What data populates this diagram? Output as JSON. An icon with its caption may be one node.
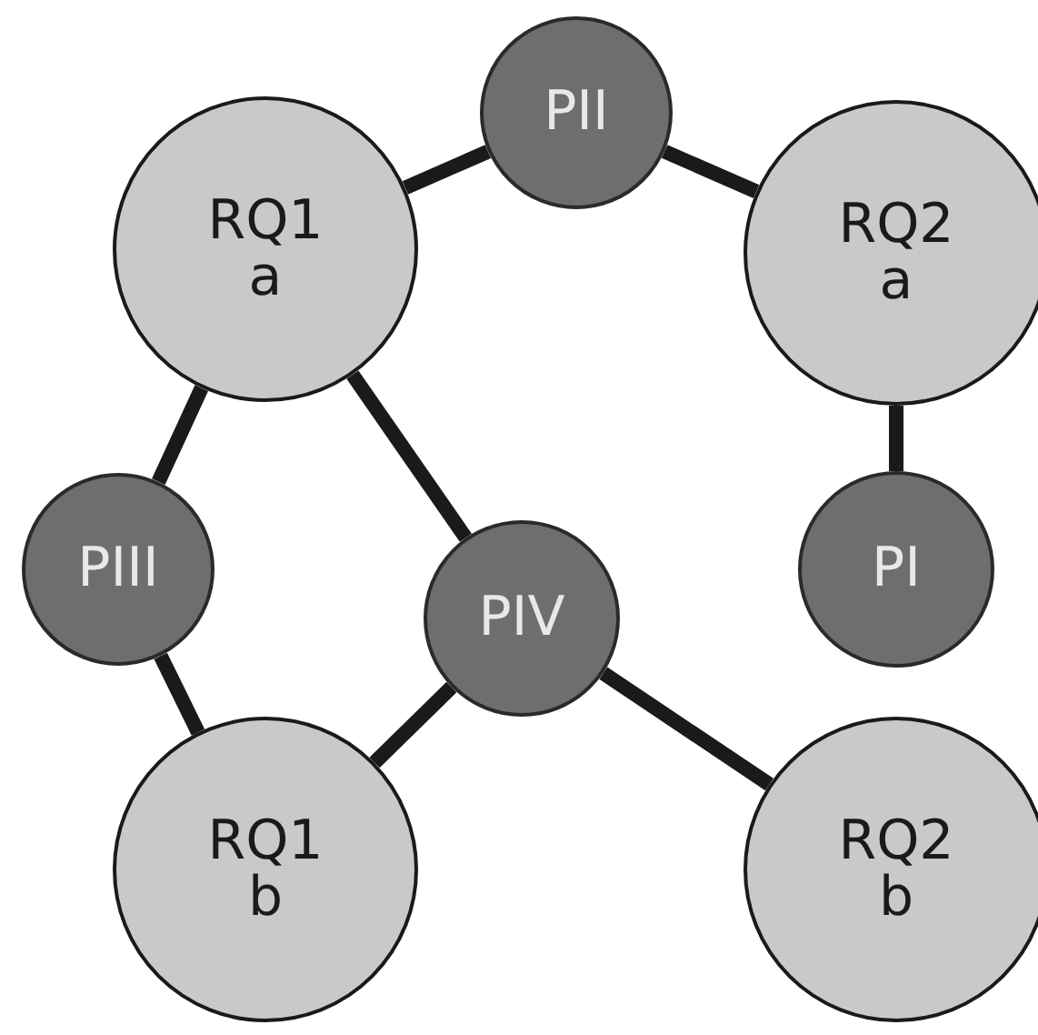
{
  "diagram": {
    "nodes": [
      {
        "text": [
          "RQ1 a"
        ]
      },
      {
        "text": [
          "PII"
        ]
      },
      {
        "text": [
          "RQ2 a"
        ]
      },
      {
        "text": [
          "PIII"
        ]
      },
      {
        "text": [
          "PIV"
        ]
      },
      {
        "text": [
          "PI"
        ]
      },
      {
        "text": [
          "RQ1 b"
        ]
      },
      {
        "text": [
          "RQ2 b"
        ]
      }
    ],
    "edges": [
      {
        "from": 0,
        "to": 1,
        "arrow": "none"
      },
      {
        "from": 1,
        "to": 2,
        "arrow": "none"
      },
      {
        "from": 2,
        "to": 5,
        "arrow": "none"
      },
      {
        "from": 0,
        "to": 3,
        "arrow": "none"
      },
      {
        "from": 0,
        "to": 4,
        "arrow": "none"
      },
      {
        "from": 3,
        "to": 6,
        "arrow": "none"
      },
      {
        "from": 4,
        "to": 6,
        "arrow": "none"
      },
      {
        "from": 4,
        "to": 7,
        "arrow": "none"
      }
    ]
  }
}
